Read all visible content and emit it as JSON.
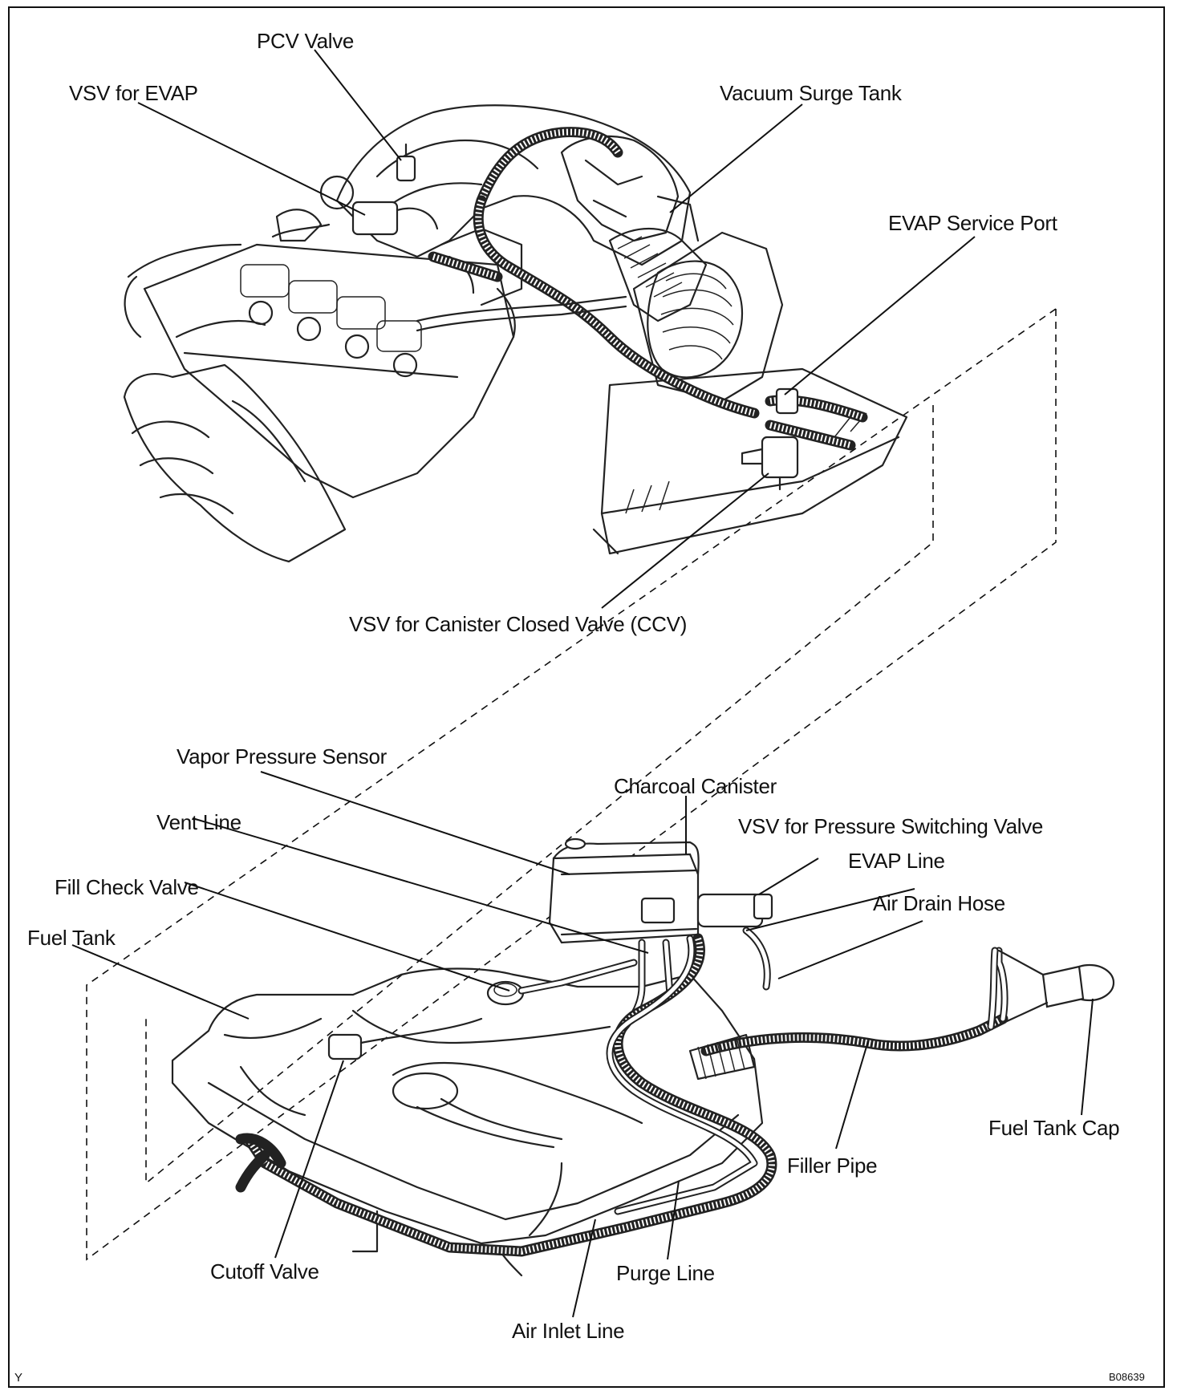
{
  "labels": {
    "pcv_valve": "PCV Valve",
    "vsv_evap": "VSV for EVAP",
    "vacuum_surge_tank": "Vacuum Surge Tank",
    "evap_service_port": "EVAP Service Port",
    "vsv_ccv": "VSV for Canister Closed Valve (CCV)",
    "vapor_pressure_sensor": "Vapor Pressure Sensor",
    "charcoal_canister": "Charcoal Canister",
    "vent_line": "Vent Line",
    "vsv_pressure_switching": "VSV for Pressure Switching Valve",
    "evap_line": "EVAP Line",
    "fill_check_valve": "Fill Check Valve",
    "air_drain_hose": "Air Drain Hose",
    "fuel_tank": "Fuel Tank",
    "fuel_tank_cap": "Fuel Tank Cap",
    "filler_pipe": "Filler Pipe",
    "cutoff_valve": "Cutoff Valve",
    "purge_line": "Purge Line",
    "air_inlet_line": "Air Inlet Line"
  },
  "corner_marks": {
    "left": "Y",
    "right": "B08639"
  }
}
